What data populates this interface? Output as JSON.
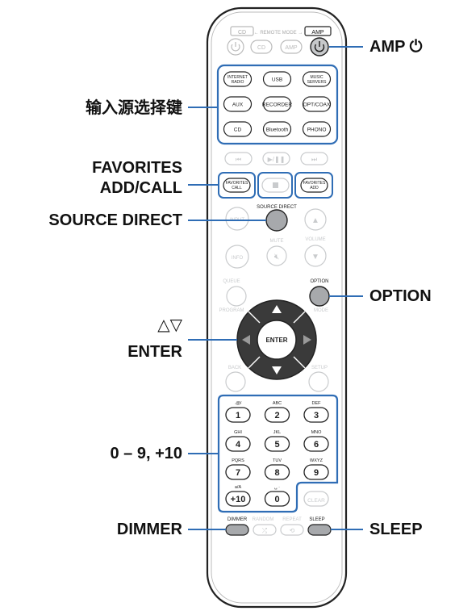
{
  "remote": {
    "mode_tabs": {
      "cd": "CD",
      "remote_mode": "← REMOTE MODE →",
      "amp": "AMP"
    },
    "top_buttons": {
      "cd": "CD",
      "amp": "AMP"
    },
    "source_buttons": [
      [
        "INTERNET RADIO",
        "USB",
        "MUSIC SERVERS"
      ],
      [
        "AUX",
        "RECORDER",
        "OPT/COAX"
      ],
      [
        "CD",
        "Bluetooth",
        "PHONO"
      ]
    ],
    "favorites_call": "FAVORITES CALL",
    "favorites_add": "FAVORITES ADD",
    "source_direct": "SOURCE DIRECT",
    "input": "INPUT",
    "volume": "VOLUME",
    "mute": "MUTE",
    "info": "INFO",
    "queue": "QUEUE",
    "program": "PROGRAM",
    "option": "OPTION",
    "mode": "MODE",
    "enter": "ENTER",
    "back": "BACK",
    "setup": "SETUP",
    "numpad": [
      {
        "sub": ".@/",
        "num": "1"
      },
      {
        "sub": "ABC",
        "num": "2"
      },
      {
        "sub": "DEF",
        "num": "3"
      },
      {
        "sub": "GHI",
        "num": "4"
      },
      {
        "sub": "JKL",
        "num": "5"
      },
      {
        "sub": "MNO",
        "num": "6"
      },
      {
        "sub": "PQRS",
        "num": "7"
      },
      {
        "sub": "TUV",
        "num": "8"
      },
      {
        "sub": "WXYZ",
        "num": "9"
      },
      {
        "sub": "a/A",
        "num": "+10"
      },
      {
        "sub": "␣ ·",
        "num": "0"
      },
      {
        "sub": "",
        "num": "CLEAR"
      }
    ],
    "dimmer": "DIMMER",
    "random": "RANDOM",
    "repeat": "REPEAT",
    "sleep": "SLEEP"
  },
  "callouts": {
    "amp_power": "AMP ⏻",
    "input_source_keys": "输入源选择键",
    "favorites_line1": "FAVORITES",
    "favorites_line2": "ADD/CALL",
    "source_direct": "SOURCE DIRECT",
    "option": "OPTION",
    "cursor_arrows": "△▽",
    "enter": "ENTER",
    "numbers": "0 – 9, +10",
    "dimmer": "DIMMER",
    "sleep": "SLEEP"
  },
  "colors": {
    "highlight_frame": "#2f6db5",
    "dpad_dark": "#3a3a3a",
    "highlight_button": "#a7a9ac",
    "faded_button": "#c9cbcd"
  }
}
